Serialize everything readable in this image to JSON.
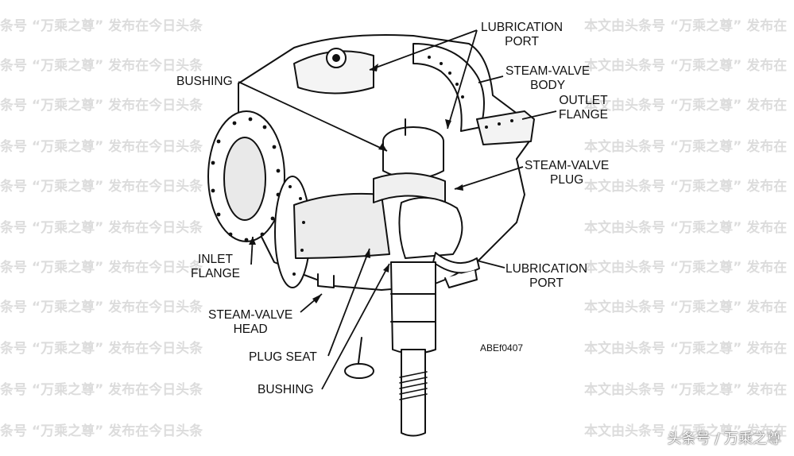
{
  "labels": {
    "lubrication_port_top": [
      "LUBRICATION",
      "PORT"
    ],
    "steam_valve_body": [
      "STEAM-VALVE",
      "BODY"
    ],
    "outlet_flange": [
      "OUTLET",
      "FLANGE"
    ],
    "bushing_top": [
      "BUSHING"
    ],
    "steam_valve_plug": [
      "STEAM-VALVE",
      "PLUG"
    ],
    "inlet_flange": [
      "INLET",
      "FLANGE"
    ],
    "lubrication_port_bottom": [
      "LUBRICATION",
      "PORT"
    ],
    "steam_valve_head": [
      "STEAM-VALVE",
      "HEAD"
    ],
    "plug_seat": [
      "PLUG SEAT"
    ],
    "bushing_bottom": [
      "BUSHING"
    ]
  },
  "figure_code": "ABEf0407",
  "watermark": {
    "left": "条号 “万乘之尊” 发布在今日头条",
    "right": "本文由头条号 “万乘之尊” 发布在"
  },
  "credit": "头条号 / 万乘之尊"
}
